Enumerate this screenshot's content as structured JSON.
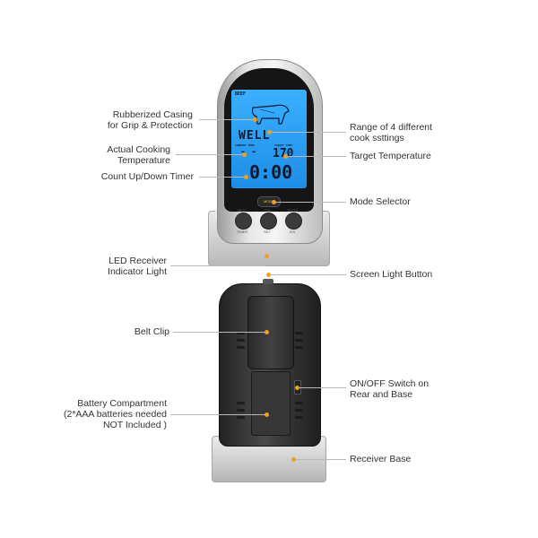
{
  "colors": {
    "accent": "#f0a020",
    "lcd": "#2fa0f0",
    "leader": "#b9b9b9",
    "body_dark": "#3b3b3b",
    "base_silver": "#c9c9c9"
  },
  "device": {
    "lcd": {
      "label_beef": "BEEF",
      "status": "WELL",
      "current_temp_label": "CURRENT TEMP",
      "target_temp_label": "TARGET TEMP",
      "current_value": "- -",
      "target_value": "170",
      "timer": "0:00"
    },
    "mode_button": "MODE",
    "buttons": [
      {
        "top": "MEAT",
        "bottom": "TIMER"
      },
      {
        "top": "MIN",
        "bottom": "SET"
      },
      {
        "top": "TASTE",
        "bottom": "S/S"
      }
    ]
  },
  "callouts": {
    "casing": [
      "Rubberized Casing",
      "for Grip & Protection"
    ],
    "range": [
      "Range of 4 different",
      "cook ssttings"
    ],
    "actual_temp": [
      "Actual Cooking",
      "Temperature"
    ],
    "target_temp": [
      "Target Temperature"
    ],
    "timer": [
      "Count Up/Down Timer"
    ],
    "mode_selector": [
      "Mode Selector"
    ],
    "led": [
      "LED Receiver",
      "Indicator Light"
    ],
    "screen_light": [
      "Screen Light Button"
    ],
    "belt_clip": [
      "Belt Clip"
    ],
    "on_off": [
      "ON/OFF Switch on",
      "Rear and Base"
    ],
    "battery": [
      "Battery Compartment",
      "(2*AAA batteries needed",
      "NOT Included )"
    ],
    "receiver_base": [
      "Receiver Base"
    ]
  }
}
